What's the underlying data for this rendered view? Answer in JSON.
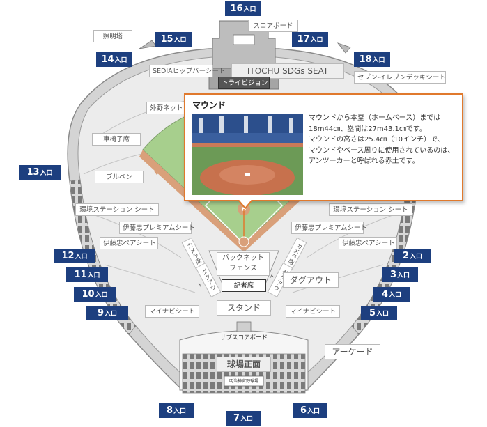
{
  "gates": {
    "g16": "16",
    "g15": "15",
    "g17": "17",
    "g14": "14",
    "g18": "18",
    "g13": "13",
    "g12": "12",
    "g11": "11",
    "g10": "10",
    "g9": "9",
    "g2": "2",
    "g3": "3",
    "g4": "4",
    "g5": "5",
    "g8": "8",
    "g7": "7",
    "g6": "6",
    "suffix": "入口"
  },
  "labels": {
    "lighting": "照明塔",
    "scoreboard": "スコアボード",
    "sedia": "SEDIAヒップバーシート",
    "itochu_seat": "ITOCHU SDGs SEAT",
    "trivision": "トライビジョン",
    "seven": "セブン-イレブンデッキシート",
    "outfield_net": "外野ネット",
    "wheelchair": "車椅子席",
    "bullpen": "ブルペン",
    "eco_left": "環境ステーション シート",
    "eco_right": "環境ステーション シート",
    "premium_left": "伊藤忠プレミアムシート",
    "premium_right": "伊藤忠プレミアムシート",
    "pair_left": "伊藤忠ペアシート",
    "pair_right": "伊藤忠ペアシート",
    "camera_left": "カメラ席",
    "camera_right": "カメラ席",
    "dugout_v_left": "ダグアウト",
    "dugout_v_right": "ダグアウト",
    "backnet": "バックネット\nフェンス",
    "press": "記者席",
    "dugout": "ダグアウト",
    "stand": "スタンド",
    "mynavi_left": "マイナビシート",
    "mynavi_right": "マイナビシート",
    "sub_scoreboard": "サブスコアボード",
    "arcade": "アーケード",
    "front": "球場正面",
    "building_sign": "明治神宮野球場"
  },
  "popup": {
    "title": "マウンド",
    "lines": [
      "マウンドから本塁（ホームベース）までは",
      "18m44㎝、塁間は27m43.1㎝です。",
      "マウンドの高さは25.4㎝（10インチ）で、",
      "マウンドやベース周りに使用されているのは、",
      "アンツーカーと呼ばれる赤土です。"
    ]
  },
  "colors": {
    "gate": "#1d3f7f",
    "field": "#a7cf8d",
    "infield": "#d9a07a",
    "popup_border": "#e0792d",
    "stand": "#eaeaea"
  }
}
